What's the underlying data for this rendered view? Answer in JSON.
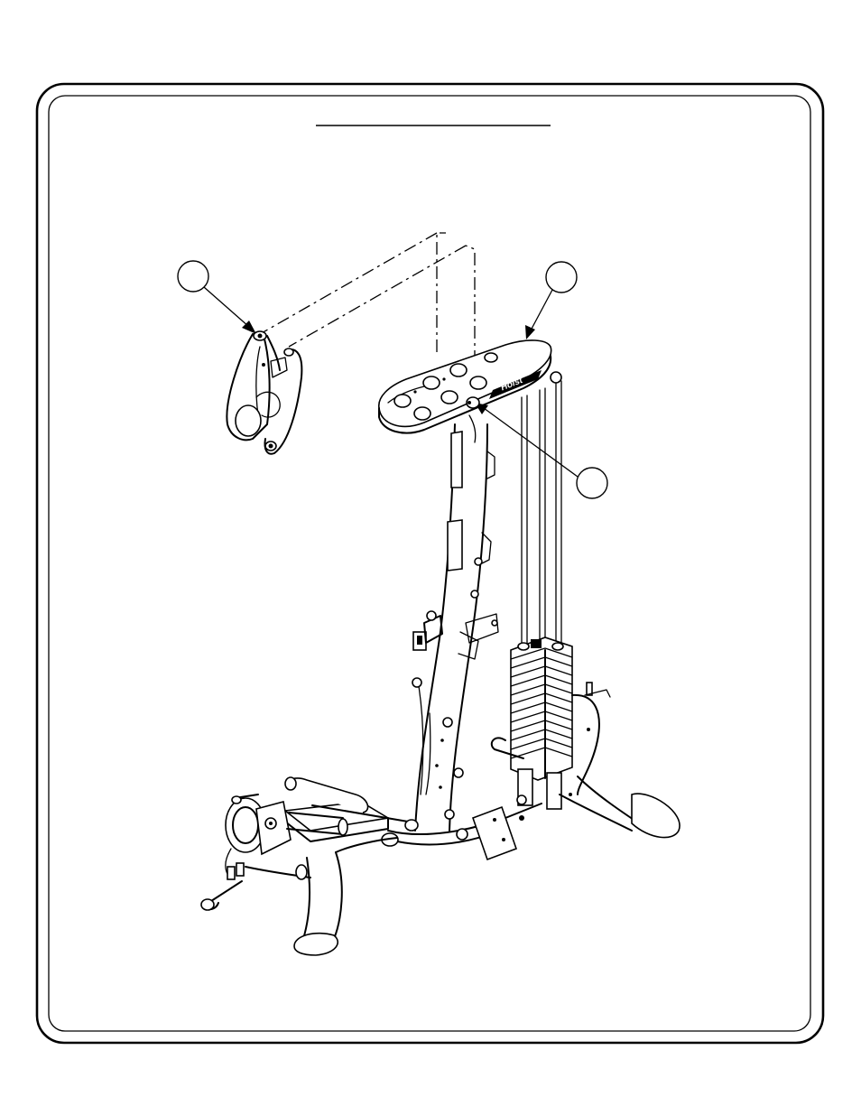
{
  "page": {
    "title": "",
    "title_underline": true
  },
  "callouts": [
    {
      "id": "callout-left",
      "label": ""
    },
    {
      "id": "callout-right-top",
      "label": ""
    },
    {
      "id": "callout-right-mid",
      "label": ""
    }
  ],
  "colors": {
    "ink": "#000000",
    "paper": "#ffffff"
  },
  "logo": {
    "text": "Hoist"
  }
}
